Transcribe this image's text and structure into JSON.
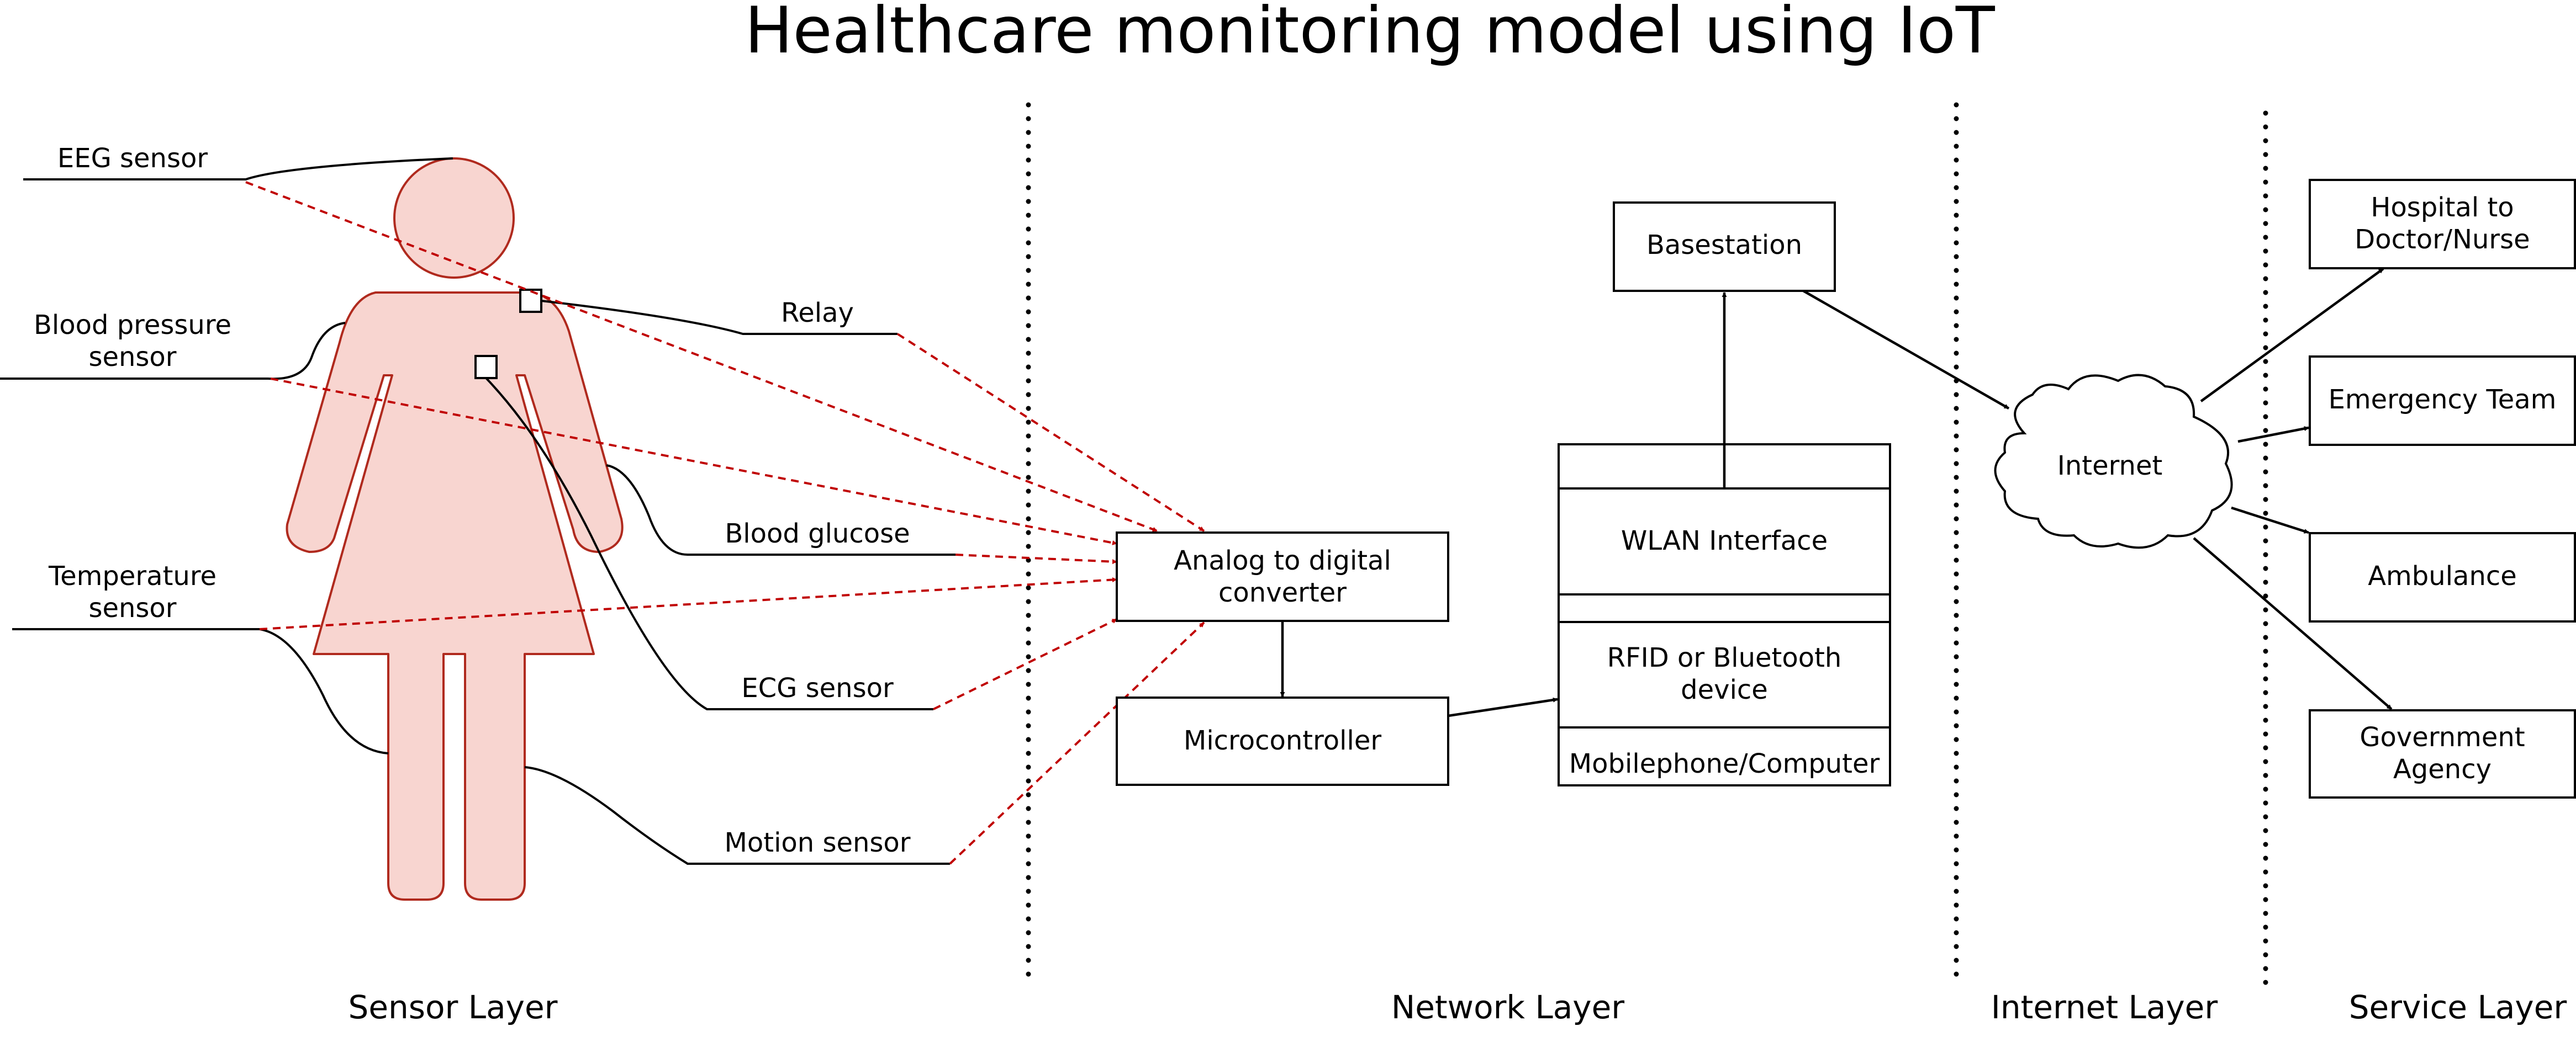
{
  "title": "Healthcare monitoring model using IoT",
  "sensors": {
    "eeg": "EEG sensor",
    "bp_line1": "Blood pressure",
    "bp_line2": "sensor",
    "relay": "Relay",
    "glucose": "Blood glucose",
    "temp_line1": "Temperature",
    "temp_line2": "sensor",
    "ecg": "ECG sensor",
    "motion": "Motion sensor"
  },
  "network": {
    "adc_line1": "Analog to digital",
    "adc_line2": "converter",
    "microcontroller": "Microcontroller",
    "basestation": "Basestation",
    "wlan": "WLAN Interface",
    "rfid_line1": "RFID or Bluetooth",
    "rfid_line2": "device",
    "mobile": "Mobilephone/Computer"
  },
  "internet": {
    "cloud": "Internet"
  },
  "services": {
    "hospital_line1": "Hospital to",
    "hospital_line2": "Doctor/Nurse",
    "emergency": "Emergency Team",
    "ambulance": "Ambulance",
    "gov_line1": "Government",
    "gov_line2": "Agency"
  },
  "layers": {
    "sensor": "Sensor Layer",
    "network": "Network Layer",
    "internet": "Internet Layer",
    "service": "Service Layer"
  },
  "colors": {
    "body_fill": "#f8d5d0",
    "body_stroke": "#b02a1e",
    "signal_line": "#c00000"
  }
}
